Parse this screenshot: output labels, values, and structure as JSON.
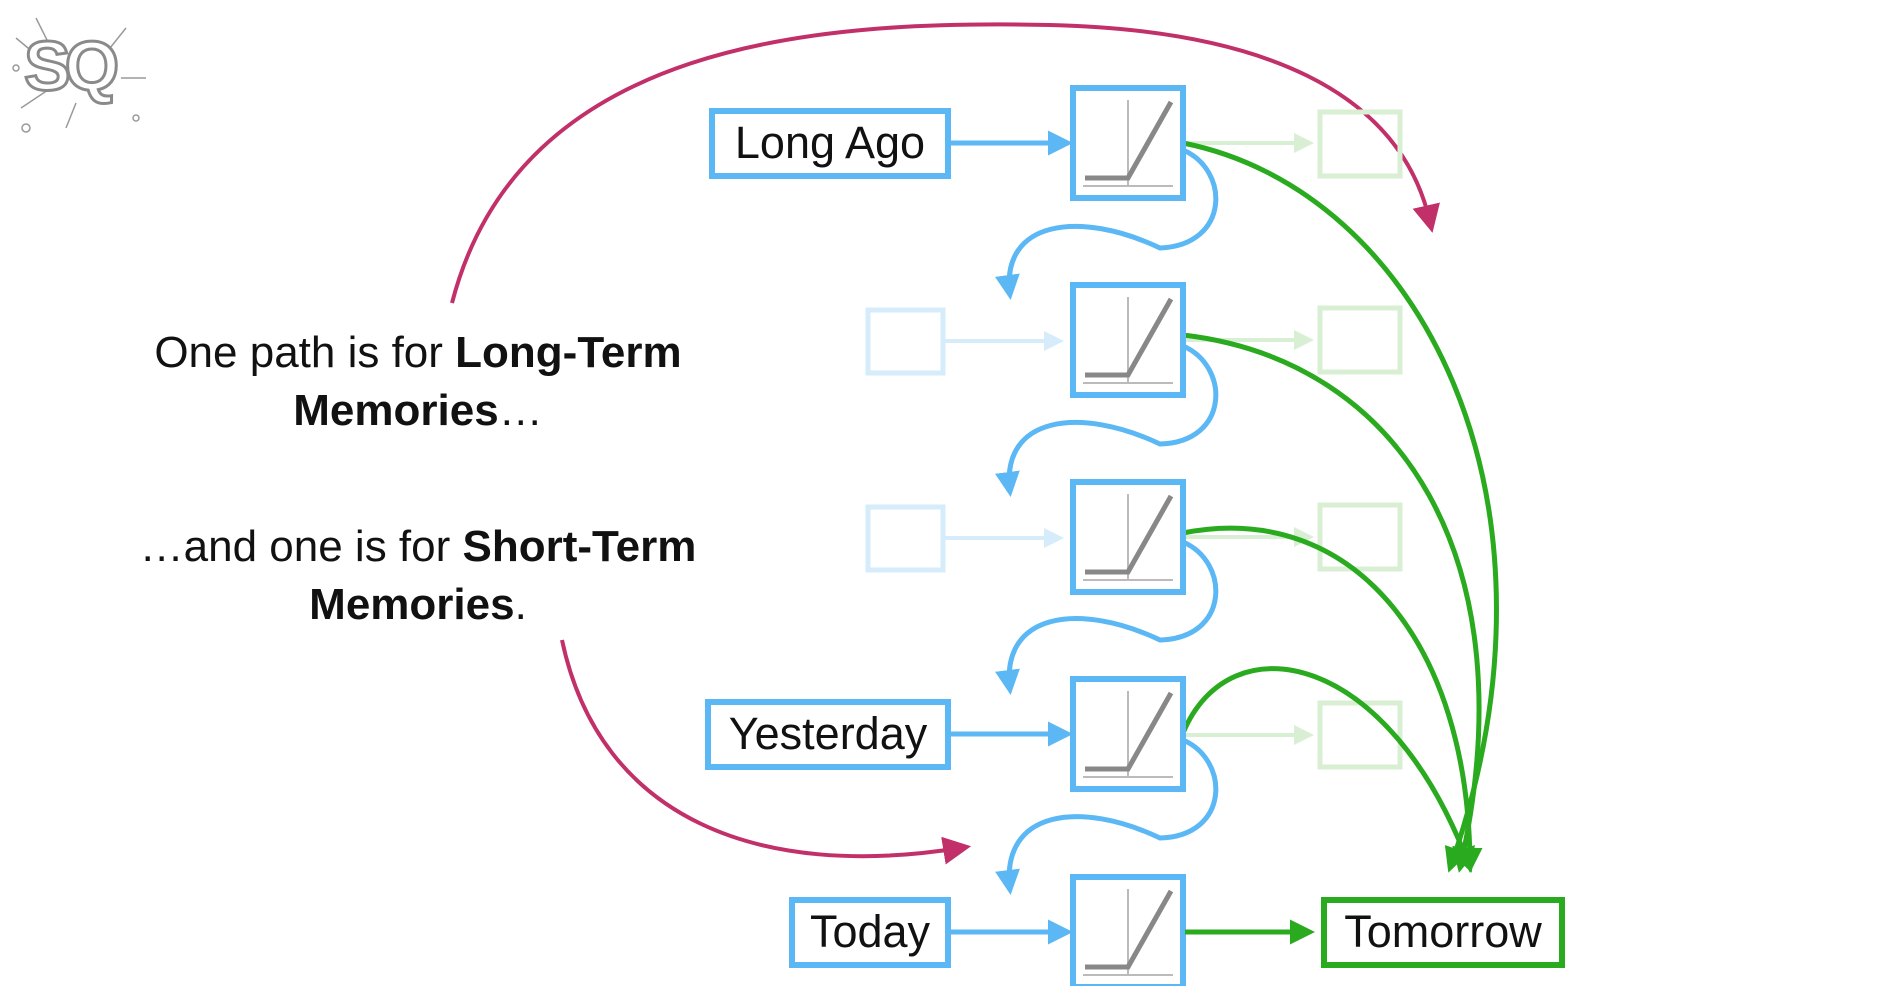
{
  "logo": {
    "text": "SQ",
    "name": "statquest-logo"
  },
  "captions": {
    "long_term": {
      "prefix": "One path is for ",
      "bold": "Long-Term Memories",
      "suffix": "…"
    },
    "short_term": {
      "prefix": "…and one is for ",
      "bold": "Short-Term Memories",
      "suffix": "."
    }
  },
  "inputs": {
    "long_ago": "Long Ago",
    "yesterday": "Yesterday",
    "today": "Today"
  },
  "output": "Tomorrow",
  "colors": {
    "blue": "#5BB8F5",
    "green": "#2AAA1E",
    "magenta": "#C2306A",
    "faded_blue": "#D6ECFB",
    "faded_green": "#D8EFD4",
    "relu_gray": "#888888"
  }
}
